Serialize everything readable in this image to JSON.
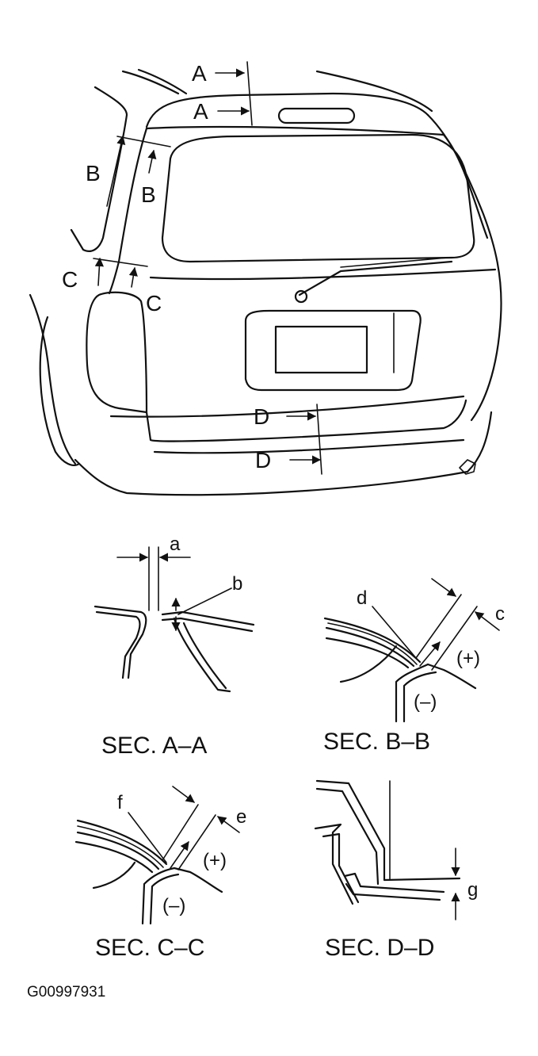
{
  "vehicle": {
    "markers": {
      "a_top": "A",
      "a_mid": "A",
      "b_left": "B",
      "b_right": "B",
      "c_left": "C",
      "c_right": "C",
      "d_top": "D",
      "d_bottom": "D"
    }
  },
  "sections": {
    "aa": {
      "title": "SEC. A–A",
      "a": "a",
      "b": "b"
    },
    "bb": {
      "title": "SEC. B–B",
      "d": "d",
      "c": "c",
      "plus": "(+)",
      "minus": "(–)"
    },
    "cc": {
      "title": "SEC. C–C",
      "f": "f",
      "e": "e",
      "plus": "(+)",
      "minus": "(–)"
    },
    "dd": {
      "title": "SEC. D–D",
      "g": "g"
    }
  },
  "figure_code": "G00997931"
}
